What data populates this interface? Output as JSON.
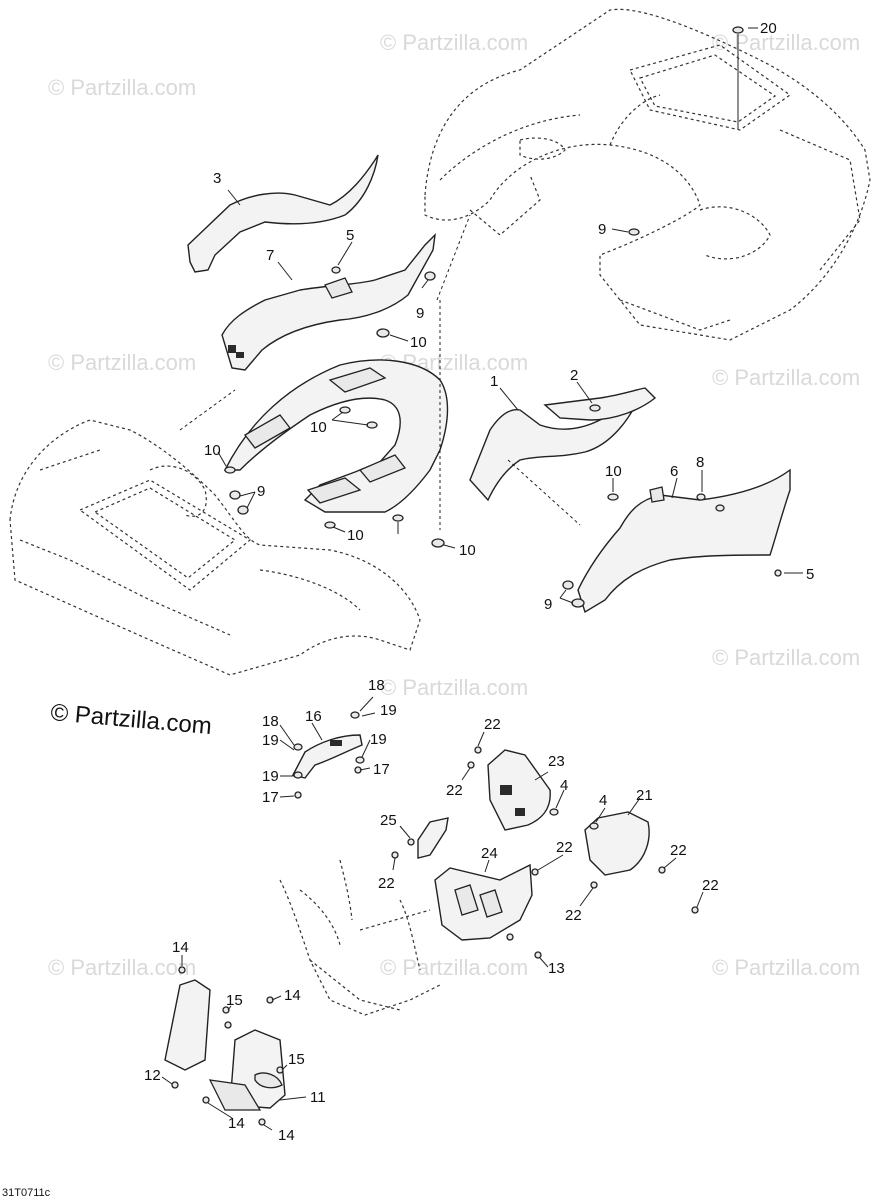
{
  "watermark": "© Partzilla.com",
  "main_watermark": "© Partzilla.com",
  "diagram_code": "31T0711c",
  "callouts": [
    "1",
    "2",
    "3",
    "4",
    "5",
    "6",
    "7",
    "8",
    "9",
    "10",
    "11",
    "12",
    "13",
    "14",
    "15",
    "16",
    "17",
    "18",
    "19",
    "20",
    "21",
    "22",
    "23",
    "24",
    "25"
  ],
  "colors": {
    "line": "#222222",
    "watermark": "#d9d9d9",
    "background": "#ffffff"
  }
}
